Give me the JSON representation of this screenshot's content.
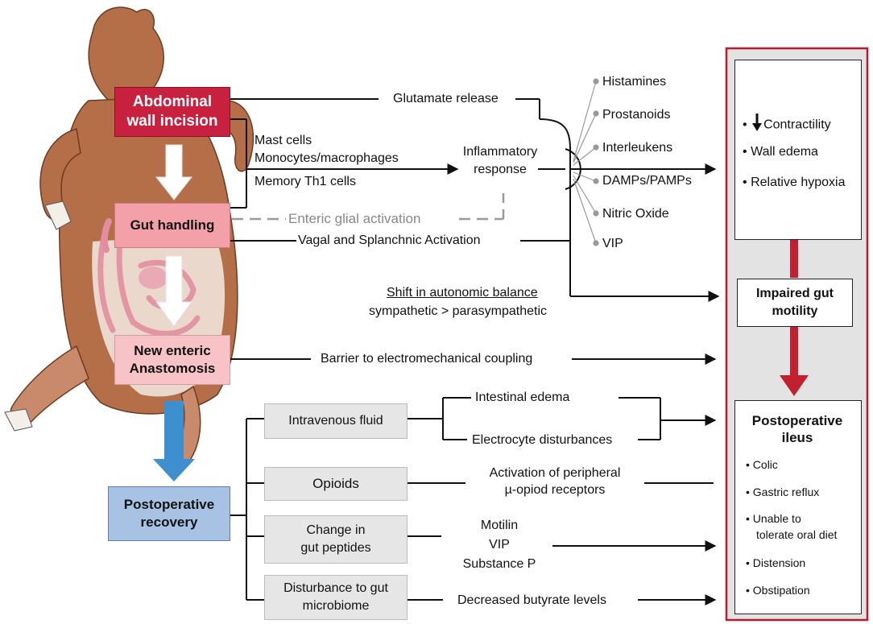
{
  "stages": {
    "abdominal": "Abdominal wall incision",
    "gut_handling": "Gut handling",
    "anastomosis": "New enteric Anastomosis",
    "recovery": "Postoperative recovery"
  },
  "pathways": {
    "glutamate": "Glutamate release",
    "mast_cells": "Mast cells",
    "monocytes": "Monocytes/macrophages",
    "memory_th1": "Memory Th1 cells",
    "inflammatory": "Inflammatory response",
    "enteric_glial": "Enteric glial activation",
    "vagal": "Vagal and Splanchnic Activation",
    "shift_autonomic": "Shift in autonomic balance",
    "sympathetic": "sympathetic > parasympathetic",
    "barrier": "Barrier to electromechanical coupling"
  },
  "mediators": [
    "Histamines",
    "Prostanoids",
    "Interleukens",
    "DAMPs/PAMPs",
    "Nitric Oxide",
    "VIP"
  ],
  "effects": {
    "bullet": "•",
    "items": [
      "Contractility",
      "Wall edema",
      "Relative hypoxia"
    ]
  },
  "impaired": "Impaired gut motility",
  "recovery_factors": {
    "iv_fluid": "Intravenous fluid",
    "intestinal_edema": "Intestinal edema",
    "electrolyte": "Electrocyte disturbances",
    "opioids": "Opioids",
    "activation_peripheral": "Activation of peripheral",
    "mu_opioid": "µ-opiod receptors",
    "gut_peptides_1": "Change in",
    "gut_peptides_2": "gut peptides",
    "motilin": "Motilin",
    "vip": "VIP",
    "substance_p": "Substance P",
    "microbiome_1": "Disturbance to gut",
    "microbiome_2": "microbiome",
    "butyrate": "Decreased butyrate levels"
  },
  "ileus": {
    "title": "Postoperative ileus",
    "bullet": "•",
    "signs": [
      "Colic",
      "Gastric reflux",
      "Unable to",
      "tolerate oral diet",
      "Distension",
      "Obstipation"
    ]
  },
  "colors": {
    "abdominal_fill": "#c8203f",
    "gut_handling_fill": "#f3a0a9",
    "anastomosis_fill": "#f7c3c6",
    "recovery_fill": "#a8c2e4",
    "factor_fill": "#e6e6e6",
    "panel_border": "#b51d2e",
    "panel_fill": "#e3e3e3",
    "red_arrow": "#c3202f",
    "blue_arrow": "#3d8fd0",
    "gray_line": "#999999",
    "horse_body": "#b56f48"
  }
}
